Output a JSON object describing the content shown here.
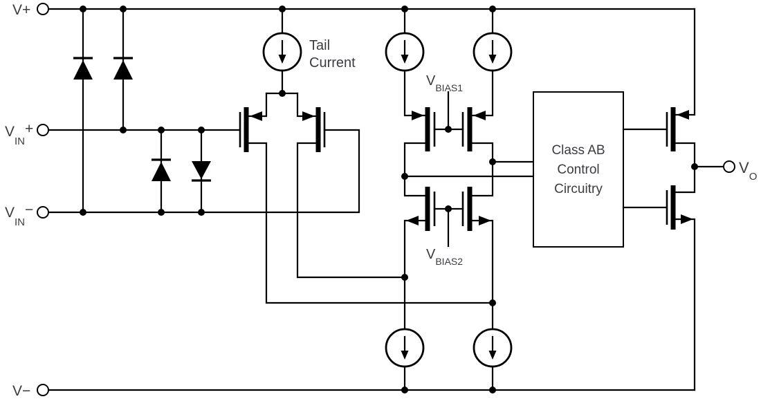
{
  "title": "Op-amp internal schematic diagram",
  "colors": {
    "wire": "#000000",
    "label": "#3a3c40",
    "background": "#ffffff"
  },
  "labels": {
    "v_plus": "V+",
    "v_minus": "V−",
    "v_in_plus": {
      "base": "V",
      "sub": "IN",
      "sign": "+"
    },
    "v_in_minus": {
      "base": "V",
      "sub": "IN",
      "sign": "−"
    },
    "tail_current": {
      "line1": "Tail",
      "line2": "Current"
    },
    "v_bias1": {
      "base": "V",
      "sub": "BIAS1"
    },
    "v_bias2": {
      "base": "V",
      "sub": "BIAS2"
    },
    "class_ab": {
      "line1": "Class AB",
      "line2": "Control",
      "line3": "Circuitry"
    },
    "v_out": {
      "base": "V",
      "sub": "O"
    }
  },
  "components": {
    "terminals": [
      "V+",
      "VIN+",
      "VIN−",
      "V−",
      "VO"
    ],
    "protection_diodes": 4,
    "current_sources": [
      "tail-current-source",
      "top-left-current-source",
      "top-right-current-source",
      "bottom-left-current-source",
      "bottom-right-current-source"
    ],
    "transistors": [
      "diff-pair-left-pmos",
      "diff-pair-right-pmos",
      "cascode-pmos-left",
      "cascode-pmos-right",
      "cascode-nmos-left",
      "cascode-nmos-right",
      "output-pmos",
      "output-nmos"
    ],
    "blocks": [
      "Class AB Control Circuitry"
    ]
  }
}
